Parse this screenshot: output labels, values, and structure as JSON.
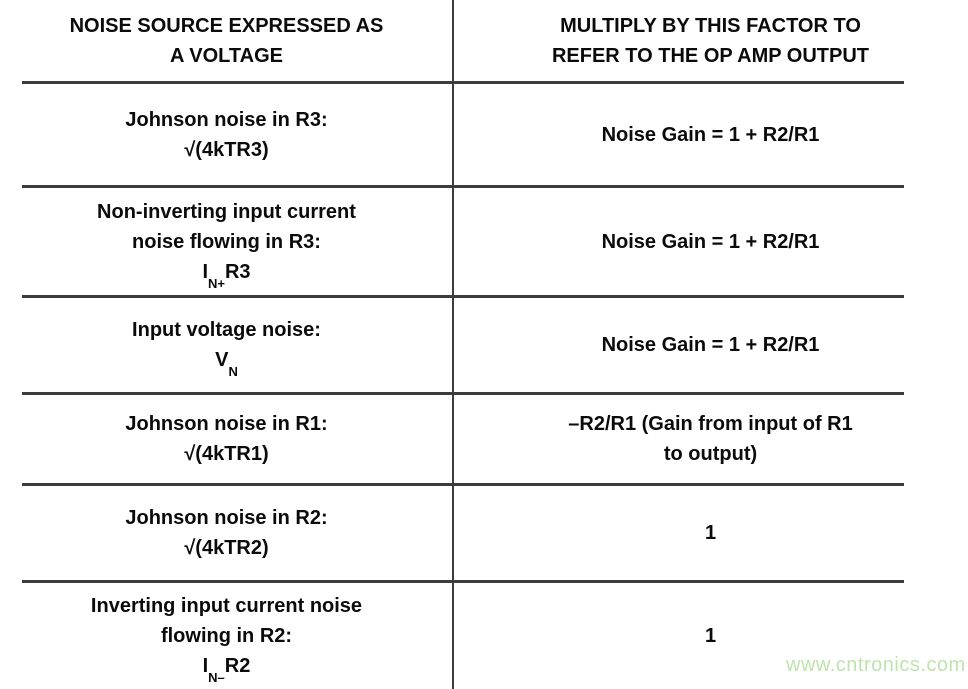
{
  "header": {
    "left": {
      "line1": "NOISE SOURCE EXPRESSED AS",
      "line2": "A VOLTAGE"
    },
    "right": {
      "line1": "MULTIPLY BY THIS FACTOR TO",
      "line2": "REFER TO THE OP AMP OUTPUT"
    }
  },
  "rows": [
    {
      "left": {
        "line1": "Johnson noise in R3:",
        "line2": "√(4kTR3)"
      },
      "right": {
        "line1": "Noise Gain = 1 + R2/R1"
      }
    },
    {
      "left": {
        "line1": "Non-inverting input current",
        "line2": "noise flowing in R3:",
        "formula": {
          "base": "I",
          "sub": "N+",
          "rest": "R3"
        }
      },
      "right": {
        "line1": "Noise Gain = 1 + R2/R1"
      }
    },
    {
      "left": {
        "line1": "Input voltage noise:",
        "formula": {
          "base": "V",
          "sub": "N",
          "rest": ""
        }
      },
      "right": {
        "line1": "Noise Gain = 1 + R2/R1"
      }
    },
    {
      "left": {
        "line1": "Johnson noise in R1:",
        "line2": "√(4kTR1)"
      },
      "right": {
        "line1": "–R2/R1 (Gain from input of R1",
        "line2": "to output)"
      }
    },
    {
      "left": {
        "line1": "Johnson noise in R2:",
        "line2": "√(4kTR2)"
      },
      "right": {
        "line1": "1"
      }
    },
    {
      "left": {
        "line1": "Inverting input current noise",
        "line2": "flowing in R2:",
        "formula": {
          "base": "I",
          "sub": "N–",
          "rest": "R2"
        }
      },
      "right": {
        "line1": "1"
      }
    }
  ],
  "watermark": {
    "text": "www.cntronics.com"
  },
  "colors": {
    "background": "#ffffff",
    "text": "#0b0b0b",
    "table_lines": "#3c3c3c",
    "watermark": "#bfe3ae"
  }
}
